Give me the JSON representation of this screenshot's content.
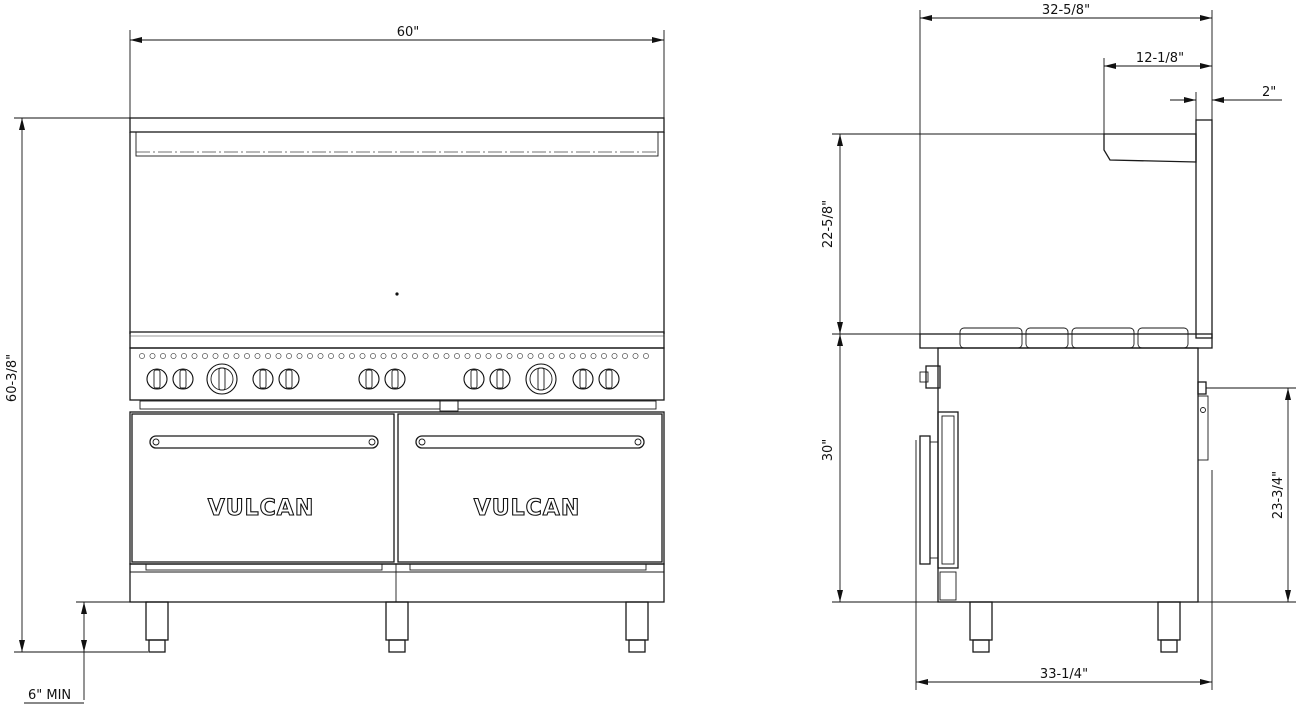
{
  "brand": {
    "name": "VULCAN"
  },
  "dimensions": {
    "overall_width": "60\"",
    "overall_height": "60-3/8\"",
    "leg_clearance": "6\" MIN",
    "depth_top": "32-5/8\"",
    "shelf_depth": "12-1/8\"",
    "back_offset": "2\"",
    "backriser_height": "22-5/8\"",
    "working_height": "30\"",
    "oven_height": "23-3/4\"",
    "depth_bottom": "33-1/4\""
  }
}
